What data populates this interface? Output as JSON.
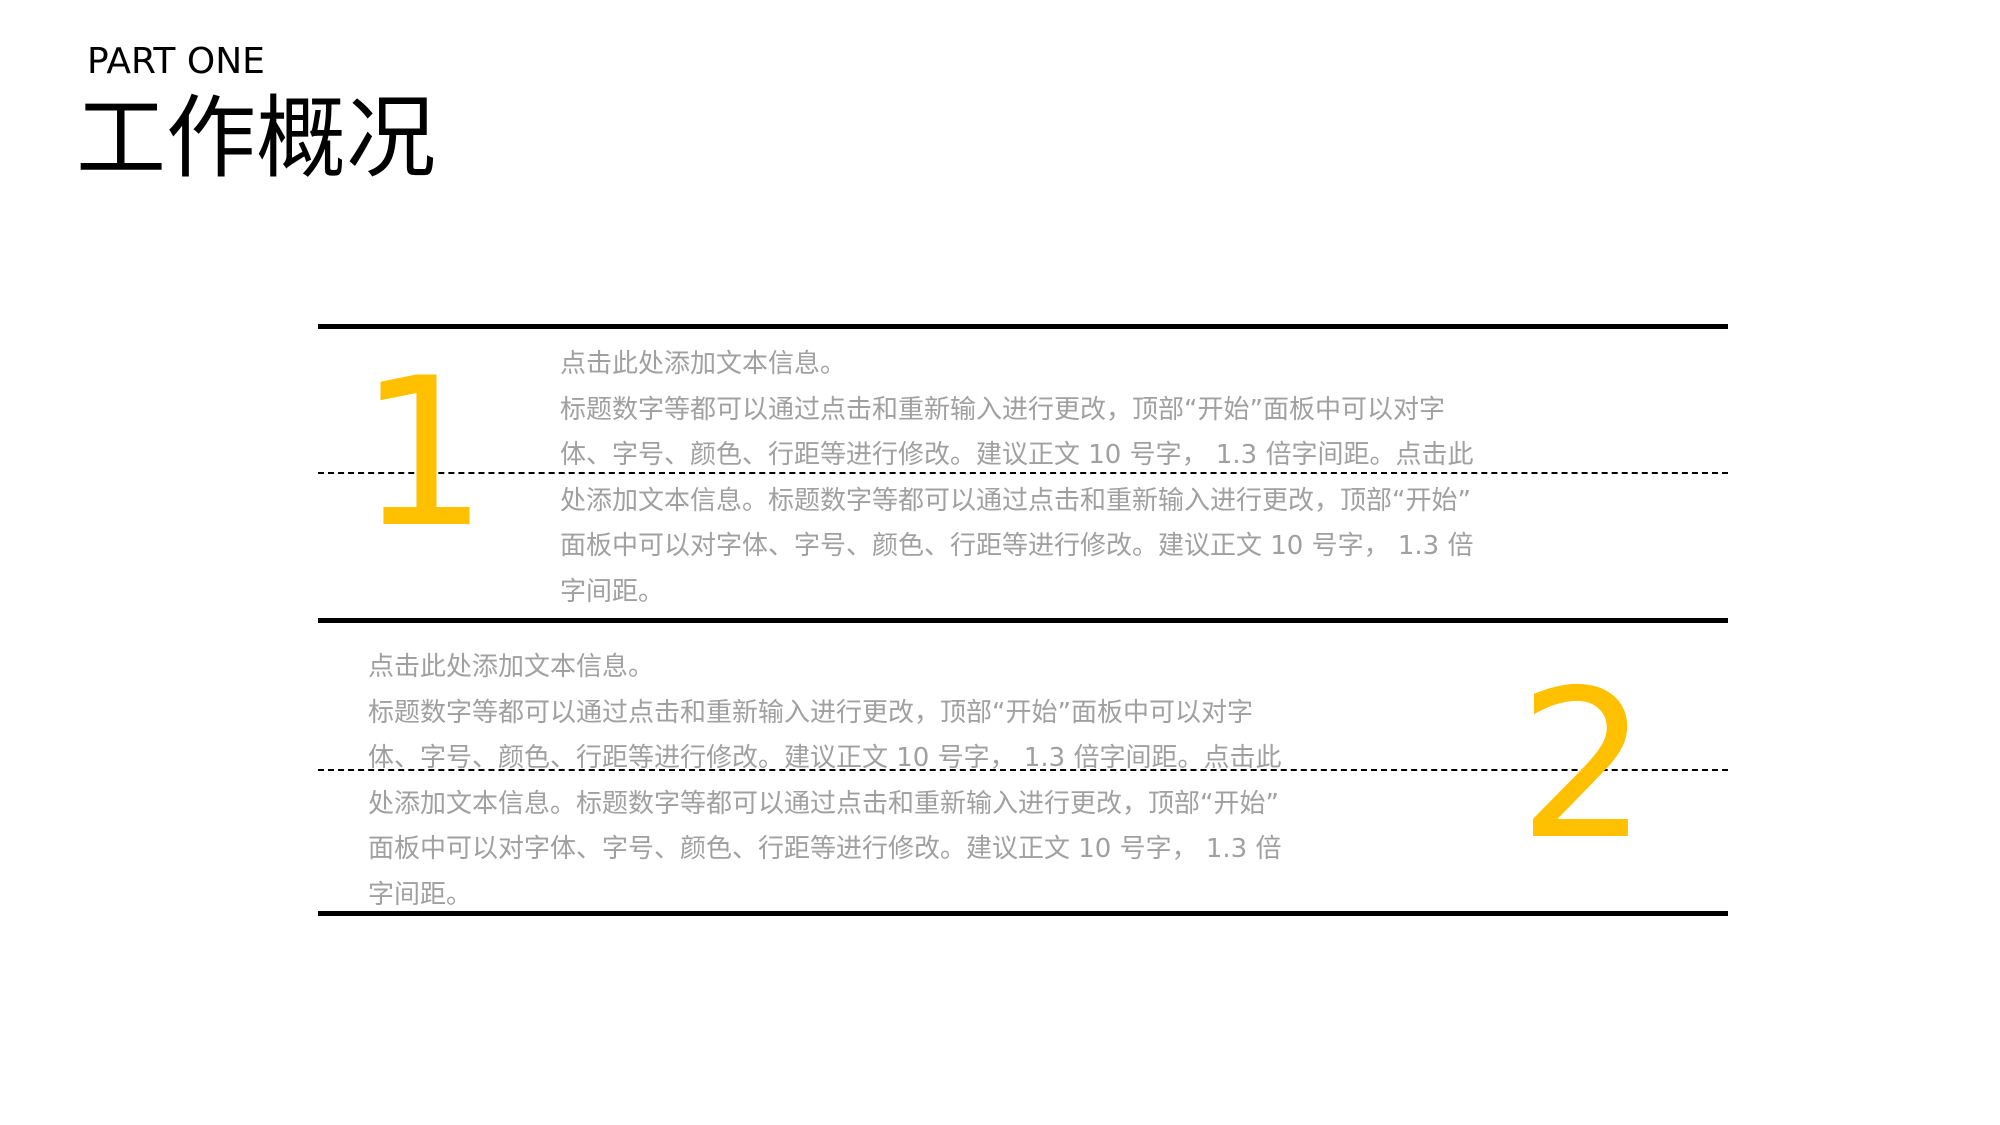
{
  "header": {
    "part_label": "PART ONE",
    "title": "工作概况"
  },
  "colors": {
    "accent": "#FFC000",
    "body_text": "#A0A0A0",
    "rule": "#000000"
  },
  "sections": [
    {
      "number": "1",
      "lines": [
        "点击此处添加文本信息。",
        "标题数字等都可以通过点击和重新输入进行更改，顶部“开始”面板中可以对字",
        "体、字号、颜色、行距等进行修改。建议正文 10 号字， 1.3 倍字间距。点击此",
        "处添加文本信息。标题数字等都可以通过点击和重新输入进行更改，顶部“开始”",
        "面板中可以对字体、字号、颜色、行距等进行修改。建议正文 10 号字， 1.3 倍",
        "字间距。"
      ]
    },
    {
      "number": "2",
      "lines": [
        "点击此处添加文本信息。",
        "标题数字等都可以通过点击和重新输入进行更改，顶部“开始”面板中可以对字",
        "体、字号、颜色、行距等进行修改。建议正文 10 号字， 1.3 倍字间距。点击此",
        "处添加文本信息。标题数字等都可以通过点击和重新输入进行更改，顶部“开始”",
        "面板中可以对字体、字号、颜色、行距等进行修改。建议正文 10 号字， 1.3 倍",
        "字间距。"
      ]
    }
  ]
}
